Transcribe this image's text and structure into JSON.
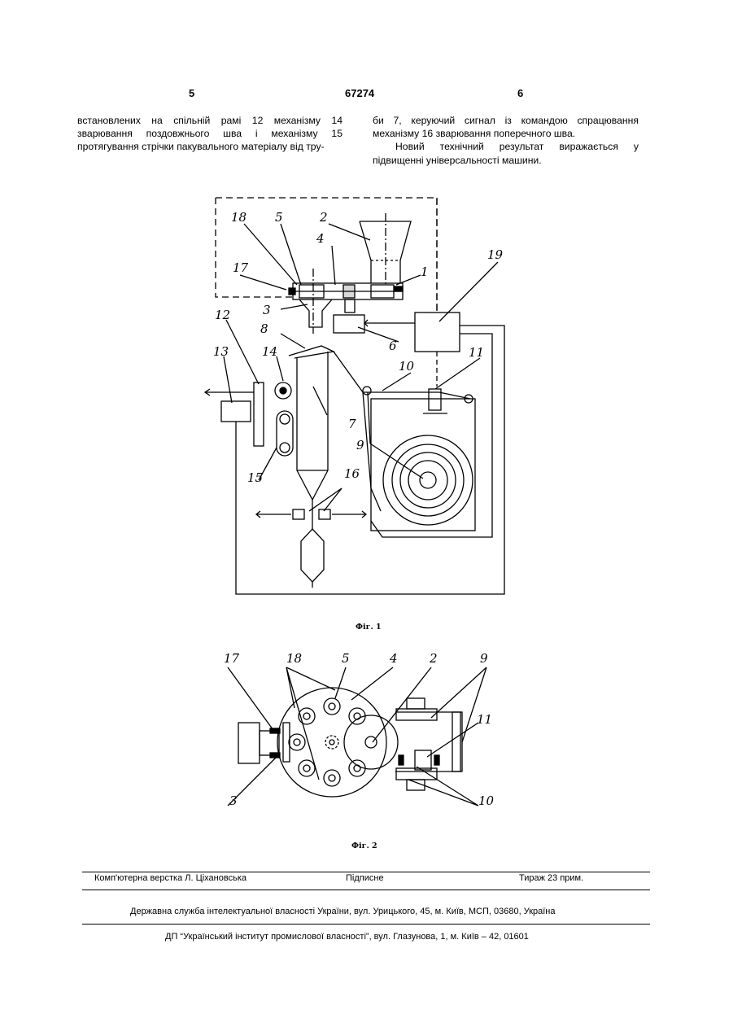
{
  "header": {
    "page_left": "5",
    "patent_number": "67274",
    "page_right": "6"
  },
  "body": {
    "left_column": "встановлених на спільній рамі 12 механізму 14 зварювання поздовжнього шва і механізму 15 протягування стрічки пакувального матеріалу від тру-",
    "right_column_p1": "би 7, керуючий сигнал із командою спрацювання механізму 16 зварювання поперечного шва.",
    "right_column_p2": "Новий технічний результат виражається у підвищенні універсальності машини."
  },
  "figure1": {
    "caption": "Фіг. 1",
    "labels": [
      "18",
      "5",
      "2",
      "4",
      "17",
      "1",
      "3",
      "19",
      "12",
      "8",
      "6",
      "13",
      "14",
      "10",
      "11",
      "7",
      "9",
      "15",
      "16"
    ]
  },
  "figure2": {
    "caption": "Фіг. 2",
    "labels": [
      "17",
      "18",
      "5",
      "4",
      "2",
      "9",
      "11",
      "3",
      "10"
    ]
  },
  "footer": {
    "typesetter": "Комп'ютерна верстка Л. Ціхановська",
    "signed": "Підписне",
    "circulation": "Тираж 23 прим.",
    "agency": "Державна служба інтелектуальної власності України, вул. Урицького, 45, м. Київ, МСП, 03680, Україна",
    "institute": "ДП “Український інститут промислової власності”, вул. Глазунова, 1, м. Київ – 42, 01601"
  }
}
